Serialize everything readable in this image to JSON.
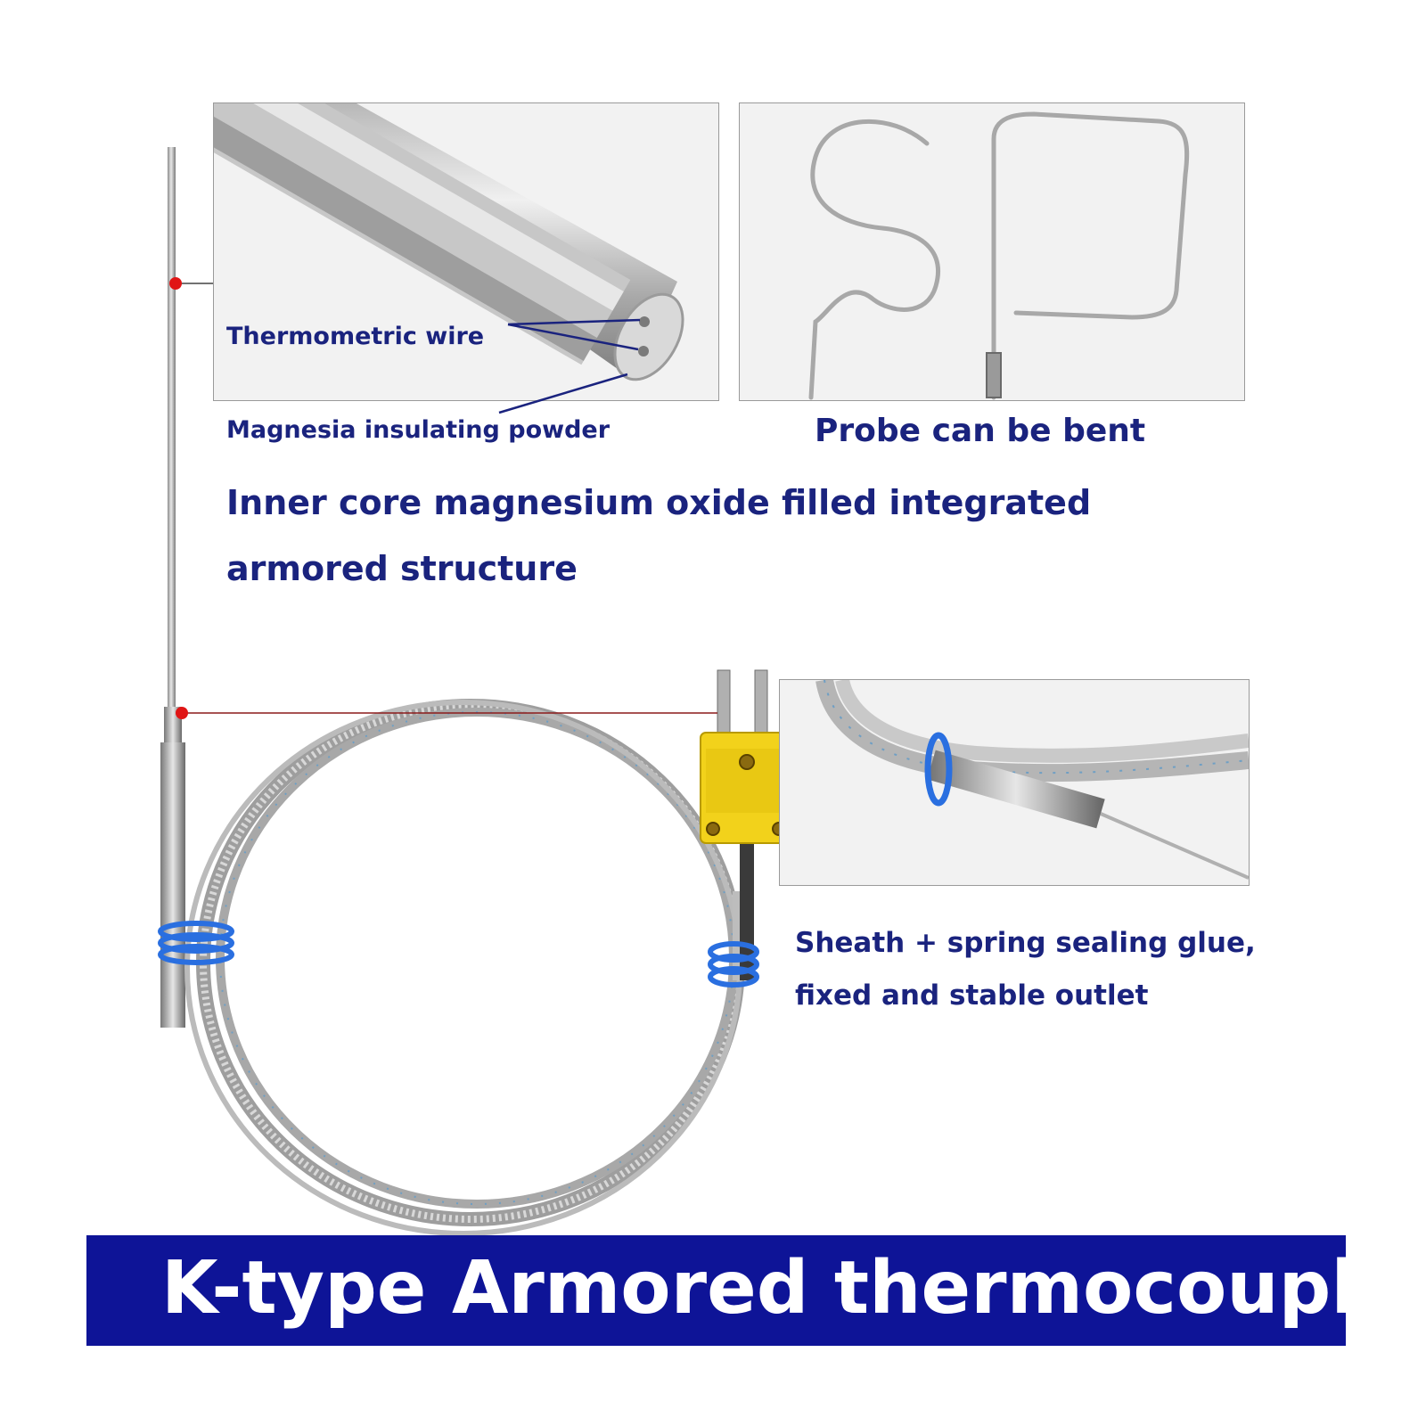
{
  "callouts": {
    "thermometric_wire": "Thermometric wire",
    "magnesia_powder": "Magnesia insulating powder",
    "probe_bent": "Probe can be bent",
    "inner_core_line1": "Inner core magnesium oxide filled integrated",
    "inner_core_line2": "armored structure",
    "sheath_line1": "Sheath + spring sealing glue,",
    "sheath_line2": "fixed and stable outlet"
  },
  "banner": {
    "title": "K-type Armored thermocouple"
  },
  "colors": {
    "text_navy": "#1a237e",
    "banner_blue": "#0e1497",
    "connector_yellow": "#f2d21b",
    "tie_blue": "#2a6fe0",
    "marker_red": "#e01515"
  }
}
